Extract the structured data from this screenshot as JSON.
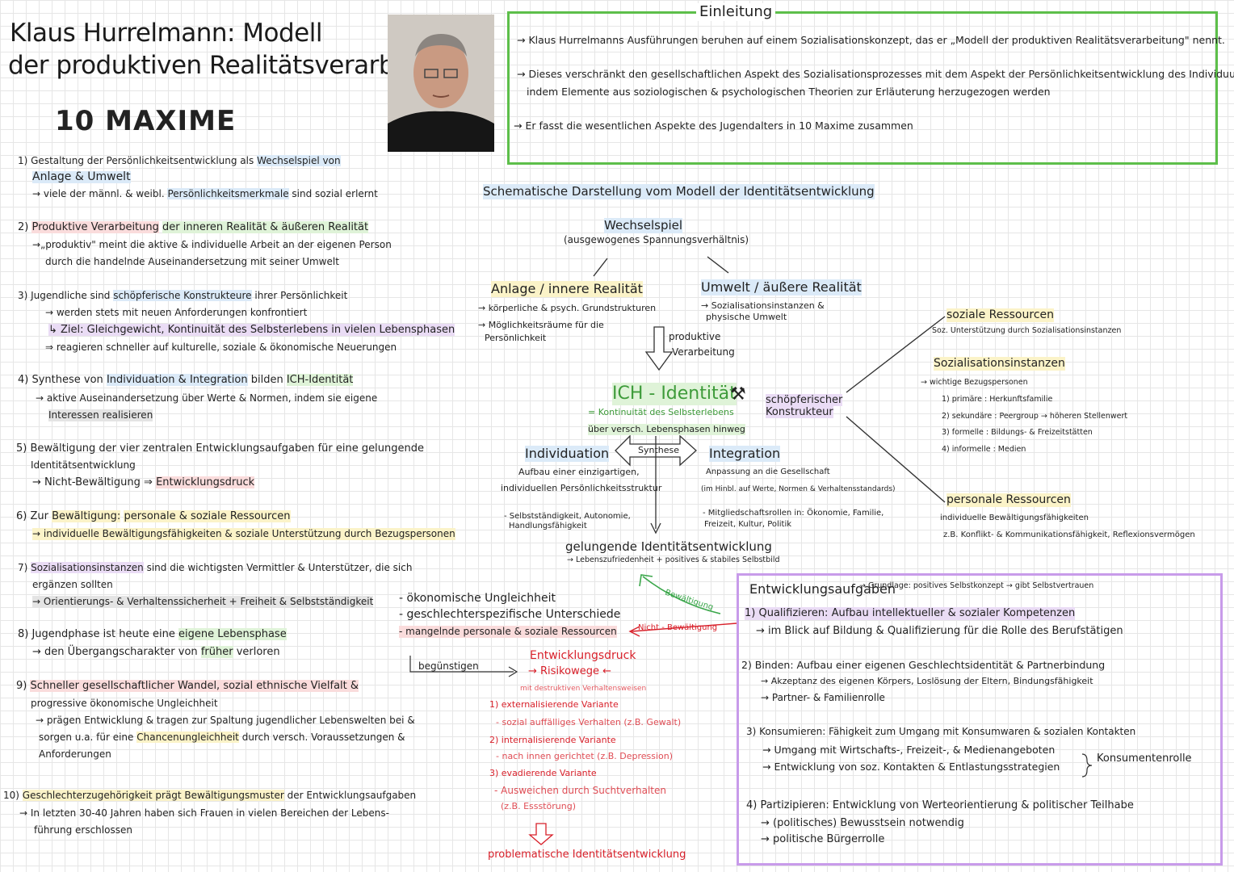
{
  "header": {
    "title_line1": "Klaus Hurrelmann: Modell",
    "title_line2": "der produktiven Realitätsverarbeitung",
    "maxim_title": "10 MAXIME"
  },
  "maxims": {
    "m1_l1": "1) Gestaltung der Persönlichkeitsentwicklung als",
    "m1_hl": "Wechselspiel von",
    "m1_l2": "Anlage & Umwelt",
    "m1_l3a": "→ viele der männl. & weibl.",
    "m1_l3b": "Persönlichkeitsmerkmale",
    "m1_l3c": "sind sozial erlernt",
    "m2_l1a": "2)",
    "m2_l1b": "Produktive Verarbeitung",
    "m2_l1c": "der inneren Realität & äußeren Realität",
    "m2_l2": "→„produktiv\" meint die aktive & individuelle Arbeit an der eigenen Person",
    "m2_l3": "durch die handelnde Auseinandersetzung mit seiner Umwelt",
    "m3_l1a": "3) Jugendliche sind",
    "m3_l1b": "schöpferische Konstrukteure",
    "m3_l1c": "ihrer Persönlichkeit",
    "m3_l2": "→ werden stets mit neuen Anforderungen konfrontiert",
    "m3_l3": "↳ Ziel: Gleichgewicht, Kontinuität des Selbsterlebens in vielen Lebensphasen",
    "m3_l4": "⇒ reagieren schneller auf kulturelle, soziale & ökonomische Neuerungen",
    "m4_l1a": "4) Synthese von",
    "m4_l1b": "Individuation & Integration",
    "m4_l1c": "bilden",
    "m4_l1d": "ICH-Identität",
    "m4_l2": "→ aktive Auseinandersetzung über Werte & Normen, indem sie eigene",
    "m4_l3": "Interessen realisieren",
    "m5_l1": "5) Bewältigung der vier zentralen Entwicklungsaufgaben für eine gelungende",
    "m5_l2": "Identitätsentwicklung",
    "m5_l3a": "→ Nicht-Bewältigung ⇒",
    "m5_l3b": "Entwicklungsdruck",
    "m6_l1a": "6) Zur",
    "m6_l1b": "Bewältigung:",
    "m6_l1c": "personale & soziale Ressourcen",
    "m6_l2": "→ individuelle Bewältigungsfähigkeiten & soziale Unterstützung durch Bezugspersonen",
    "m7_l1a": "7)",
    "m7_l1b": "Sozialisationsinstanzen",
    "m7_l1c": "sind die wichtigsten Vermittler & Unterstützer, die sich",
    "m7_l2": "ergänzen sollten",
    "m7_l3": "→ Orientierungs- & Verhaltenssicherheit + Freiheit & Selbstständigkeit",
    "m8_l1a": "8) Jugendphase ist heute eine",
    "m8_l1b": "eigene Lebensphase",
    "m8_l2a": "→ den Übergangscharakter von",
    "m8_l2b": "früher",
    "m8_l2c": "verloren",
    "m9_l1a": "9)",
    "m9_l1b": "Schneller gesellschaftlicher Wandel, sozial ethnische Vielfalt &",
    "m9_l2": "progressive ökonomische Ungleichheit",
    "m9_l3": "→ prägen Entwicklung & tragen zur Spaltung jugendlicher Lebenswelten bei &",
    "m9_l4a": "sorgen u.a. für eine",
    "m9_l4b": "Chancenungleichheit",
    "m9_l4c": "durch versch. Voraussetzungen &",
    "m9_l5": "Anforderungen",
    "m10_l1a": "10)",
    "m10_l1b": "Geschlechterzugehörigkeit prägt Bewältigungsmuster",
    "m10_l1c": "der Entwicklungsaufgaben",
    "m10_l2": "→ In letzten 30-40 Jahren haben sich Frauen in vielen Bereichen der Lebens-",
    "m10_l3": "führung erschlossen"
  },
  "intro": {
    "label": "Einleitung",
    "l1": "→ Klaus Hurrelmanns Ausführungen beruhen auf einem Sozialisationskonzept, das er „Modell der produktiven Realitätsverarbeitung\" nennt.",
    "l2": "→ Dieses verschränkt den gesellschaftlichen Aspekt des Sozialisationsprozesses mit dem Aspekt der Persönlichkeitsentwicklung des Individuums,",
    "l3": "indem Elemente aus soziologischen & psychologischen Theorien zur Erläuterung herzugezogen werden",
    "l4": "→ Er fasst die wesentlichen Aspekte des Jugendalters in 10 Maxime zusammen"
  },
  "schema": {
    "title": "Schematische Darstellung vom Modell der Identitätsentwicklung",
    "wechselspiel": "Wechselspiel",
    "wechselspiel_sub": "(ausgewogenes Spannungsverhältnis)",
    "anlage": "Anlage / innere Realität",
    "anlage_1": "→ körperliche & psych. Grundstrukturen",
    "anlage_2": "→ Möglichkeitsräume für die",
    "anlage_3": "Persönlichkeit",
    "umwelt": "Umwelt / äußere Realität",
    "umwelt_1": "→ Sozialisationsinstanzen &",
    "umwelt_2": "physische Umwelt",
    "produktive_1": "produktive",
    "produktive_2": "Verarbeitung",
    "ich": "ICH - Identität",
    "ich_sub1": "= Kontinuität des Selbsterlebens",
    "ich_sub2": "über versch. Lebensphasen hinweg",
    "konstrukteur_1": "schöpferischer",
    "konstrukteur_2": "Konstrukteur",
    "individuation": "Individuation",
    "ind_1": "Aufbau einer einzigartigen,",
    "ind_2": "individuellen Persönlichkeitsstruktur",
    "ind_3": "- Selbstständigkeit, Autonomie,",
    "ind_4": "Handlungsfähigkeit",
    "synthese": "Synthese",
    "integration": "Integration",
    "int_1": "Anpassung an die Gesellschaft",
    "int_2": "(im Hinbl. auf Werte, Normen & Verhaltensstandards)",
    "int_3": "- Mitgliedschaftsrollen in: Ökonomie, Familie,",
    "int_4": "Freizeit, Kultur, Politik",
    "gelungen": "gelungende Identitätsentwicklung",
    "gelungen_sub": "→ Lebenszufriedenheit + positives & stabiles Selbstbild",
    "bewaeltigung": "Bewältigung",
    "nicht_bewaeltigung": "Nicht - Bewältigung",
    "risk_1": "- ökonomische Ungleichheit",
    "risk_2": "- geschlechterspezifische Unterschiede",
    "risk_3": "- mangelnde personale & soziale Ressourcen",
    "beguenstigen": "begünstigen",
    "druck_1": "Entwicklungsdruck",
    "druck_2": "→ Risikowege ←",
    "druck_3": "mit destruktiven Verhaltensweisen",
    "v1": "1) externalisierende Variante",
    "v1a": "- sozial auffälliges Verhalten (z.B. Gewalt)",
    "v2": "2) internalisierende Variante",
    "v2a": "- nach innen gerichtet (z.B. Depression)",
    "v3": "3) evadierende Variante",
    "v3a": "- Ausweichen durch Suchtverhalten",
    "v3b": "(z.B. Essstörung)",
    "problem": "problematische Identitätsentwicklung"
  },
  "resources": {
    "soziale": "soziale Ressourcen",
    "soziale_sub": "Soz. Unterstützung durch Sozialisationsinstanzen",
    "inst": "Sozialisationsinstanzen",
    "inst_1": "→ wichtige Bezugspersonen",
    "inst_2": "1) primäre : Herkunftsfamilie",
    "inst_3": "2) sekundäre : Peergroup → höheren Stellenwert",
    "inst_4": "3) formelle : Bildungs- & Freizeitstätten",
    "inst_5": "4) informelle : Medien",
    "personale": "personale Ressourcen",
    "personale_1": "individuelle Bewältigungsfähigkeiten",
    "personale_2": "z.B. Konflikt- & Kommunikationsfähigkeit, Reflexionsvermögen"
  },
  "tasks": {
    "title": "Entwicklungsaufgaben",
    "grundlage": "→ Grundlage: positives Selbstkonzept → gibt Selbstvertrauen",
    "t1": "1) Qualifizieren: Aufbau intellektueller & sozialer Kompetenzen",
    "t1a": "→ im Blick auf Bildung & Qualifizierung für die Rolle des Berufstätigen",
    "t2": "2) Binden: Aufbau einer eigenen Geschlechtsidentität & Partnerbindung",
    "t2a": "→ Akzeptanz des eigenen Körpers, Loslösung der Eltern, Bindungsfähigkeit",
    "t2b": "→ Partner- & Familienrolle",
    "t3": "3) Konsumieren: Fähigkeit zum Umgang mit Konsumwaren & sozialen Kontakten",
    "t3a": "→ Umgang mit Wirtschafts-, Freizeit-, & Medienangeboten",
    "t3b": "→ Entwicklung von soz. Kontakten & Entlastungsstrategien",
    "t3c": "Konsumentenrolle",
    "t4": "4) Partizipieren: Entwicklung von Werteorientierung & politischer Teilhabe",
    "t4a": "→ (politisches) Bewusstsein notwendig",
    "t4b": "→ politische Bürgerrolle"
  },
  "colors": {
    "green_box": "#5dbf4a",
    "purple_box": "#c89bea",
    "red": "#d8202a"
  }
}
